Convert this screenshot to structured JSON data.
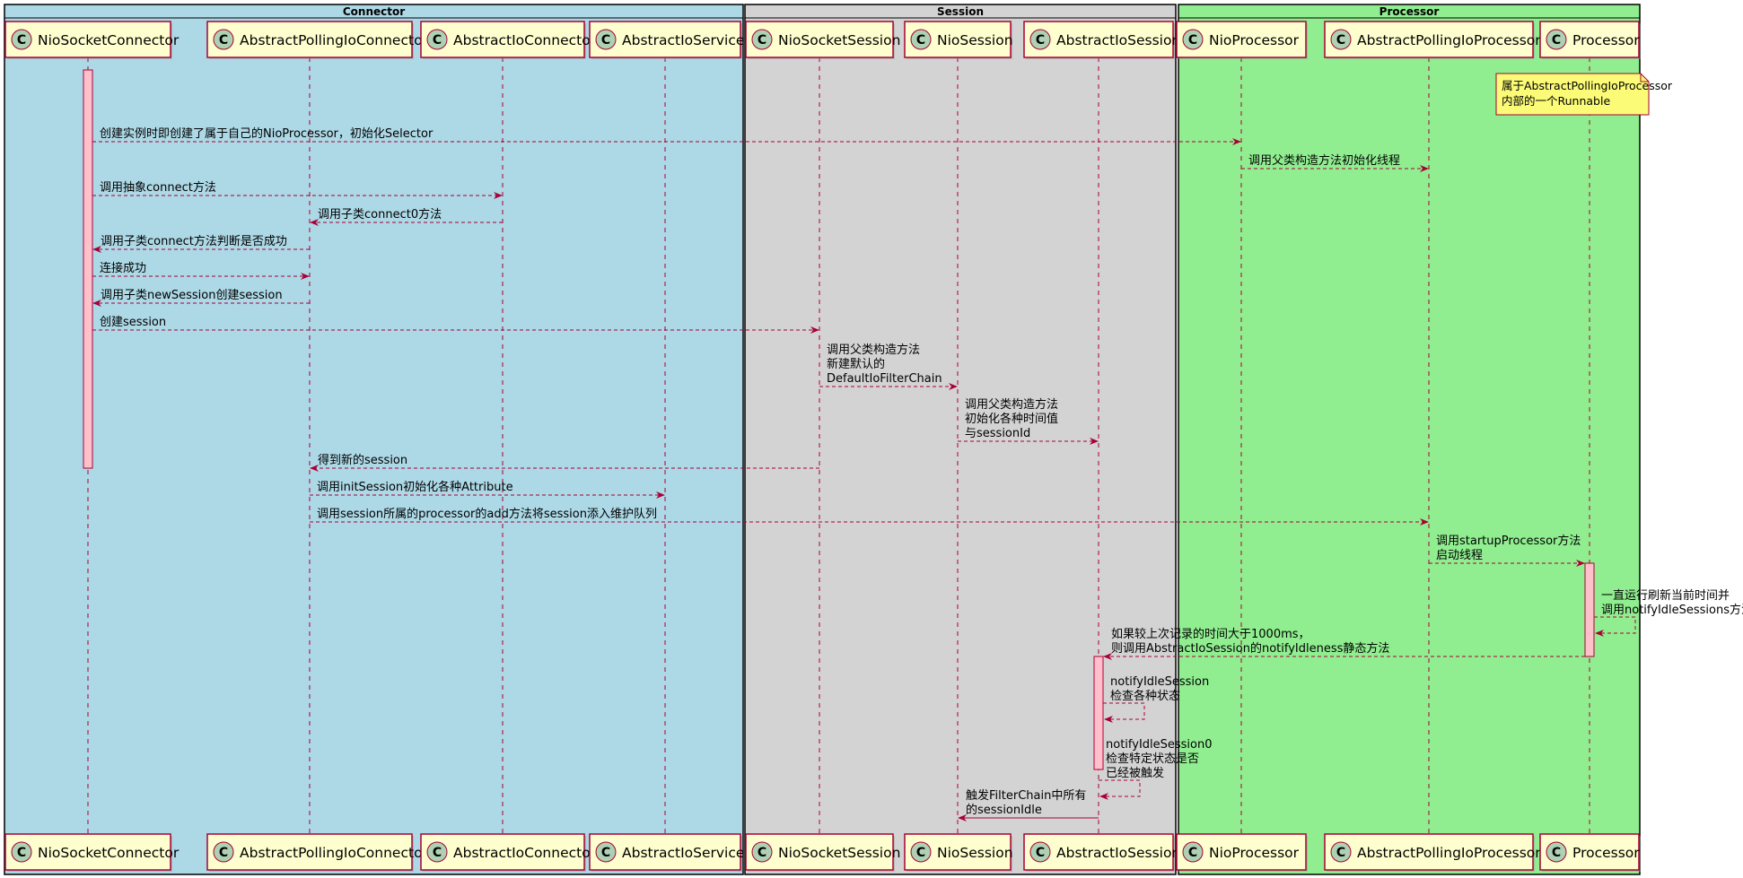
{
  "groups": [
    {
      "id": "connector",
      "title": "Connector",
      "color": "#ADD8E6"
    },
    {
      "id": "session",
      "title": "Session",
      "color": "#D3D3D3"
    },
    {
      "id": "processor",
      "title": "Processor",
      "color": "#90EE90"
    }
  ],
  "participants": [
    {
      "id": "NioSocketConnector",
      "label": "NioSocketConnector",
      "icon": "class-icon"
    },
    {
      "id": "AbstractPollingIoConnector",
      "label": "AbstractPollingIoConnector",
      "icon": "class-icon"
    },
    {
      "id": "AbstractIoConnector",
      "label": "AbstractIoConnector",
      "icon": "class-icon"
    },
    {
      "id": "AbstractIoService",
      "label": "AbstractIoService",
      "icon": "class-icon"
    },
    {
      "id": "NioSocketSession",
      "label": "NioSocketSession",
      "icon": "class-icon"
    },
    {
      "id": "NioSession",
      "label": "NioSession",
      "icon": "class-icon"
    },
    {
      "id": "AbstractIoSession",
      "label": "AbstractIoSession",
      "icon": "class-icon"
    },
    {
      "id": "NioProcessor",
      "label": "NioProcessor",
      "icon": "class-icon"
    },
    {
      "id": "AbstractPollingIoProcessor",
      "label": "AbstractPollingIoProcessor",
      "icon": "class-icon"
    },
    {
      "id": "Processor",
      "label": "Processor",
      "icon": "class-icon"
    }
  ],
  "note": {
    "attached_to": "Processor",
    "lines": [
      "属于AbstractPollingIoProcessor",
      "内部的一个Runnable"
    ],
    "color": "#FBFB77"
  },
  "messages": [
    {
      "from": "NioSocketConnector",
      "to": "NioProcessor",
      "style": "dashed",
      "lines": [
        "创建实例时即创建了属于自己的NioProcessor，初始化Selector"
      ]
    },
    {
      "from": "NioProcessor",
      "to": "AbstractPollingIoProcessor",
      "style": "dashed",
      "lines": [
        "调用父类构造方法初始化线程"
      ]
    },
    {
      "from": "NioSocketConnector",
      "to": "AbstractIoConnector",
      "style": "dashed",
      "lines": [
        "调用抽象connect方法"
      ]
    },
    {
      "from": "AbstractIoConnector",
      "to": "AbstractPollingIoConnector",
      "style": "dashed",
      "lines": [
        "调用子类connect0方法"
      ]
    },
    {
      "from": "AbstractPollingIoConnector",
      "to": "NioSocketConnector",
      "style": "dashed",
      "lines": [
        "调用子类connect方法判断是否成功"
      ]
    },
    {
      "from": "NioSocketConnector",
      "to": "AbstractPollingIoConnector",
      "style": "dashed",
      "lines": [
        "连接成功"
      ]
    },
    {
      "from": "AbstractPollingIoConnector",
      "to": "NioSocketConnector",
      "style": "dashed",
      "lines": [
        "调用子类newSession创建session"
      ]
    },
    {
      "from": "NioSocketConnector",
      "to": "NioSocketSession",
      "style": "dashed",
      "lines": [
        "创建session"
      ]
    },
    {
      "from": "NioSocketSession",
      "to": "NioSession",
      "style": "dashed",
      "lines": [
        "调用父类构造方法",
        "新建默认的",
        "DefaultIoFilterChain"
      ]
    },
    {
      "from": "NioSession",
      "to": "AbstractIoSession",
      "style": "dashed",
      "lines": [
        "调用父类构造方法",
        "初始化各种时间值",
        "与sessionId"
      ]
    },
    {
      "from": "NioSocketSession",
      "to": "AbstractPollingIoConnector",
      "style": "dashed",
      "lines": [
        "得到新的session"
      ]
    },
    {
      "from": "AbstractPollingIoConnector",
      "to": "AbstractIoService",
      "style": "dashed",
      "lines": [
        "调用initSession初始化各种Attribute"
      ]
    },
    {
      "from": "AbstractPollingIoConnector",
      "to": "AbstractPollingIoProcessor",
      "style": "dashed",
      "lines": [
        "调用session所属的processor的add方法将session添入维护队列"
      ]
    },
    {
      "from": "AbstractPollingIoProcessor",
      "to": "Processor",
      "style": "dashed",
      "lines": [
        "调用startupProcessor方法",
        "启动线程"
      ]
    },
    {
      "from": "Processor",
      "to": "Processor",
      "style": "dashed",
      "lines": [
        "一直运行刷新当前时间并",
        "调用notifyIdleSessions方法"
      ]
    },
    {
      "from": "Processor",
      "to": "AbstractIoSession",
      "style": "dashed",
      "lines": [
        "如果较上次记录的时间大于1000ms，",
        "则调用AbstractIoSession的notifyIdleness静态方法"
      ]
    },
    {
      "from": "AbstractIoSession",
      "to": "AbstractIoSession",
      "style": "dashed",
      "lines": [
        "notifyIdleSession",
        "检查各种状态"
      ]
    },
    {
      "from": "AbstractIoSession",
      "to": "AbstractIoSession",
      "style": "dashed",
      "lines": [
        "notifyIdleSession0",
        "检查特定状态是否",
        "已经被触发"
      ]
    },
    {
      "from": "AbstractIoSession",
      "to": "NioSession",
      "style": "solid",
      "lines": [
        "触发FilterChain中所有",
        "的sessionIdle"
      ]
    }
  ],
  "colors": {
    "arrow": "#A80036",
    "participant_fill": "#FEFECE",
    "activation_fill": "#FFC0CB",
    "class_icon_fill": "#ADD1B2",
    "lifeline": "#A80036"
  }
}
